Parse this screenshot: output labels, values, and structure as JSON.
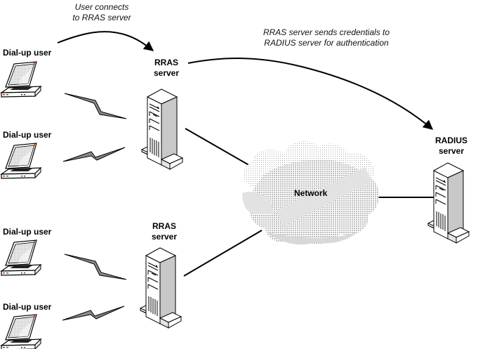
{
  "diagram": {
    "annotations": {
      "user_connects_line1": "User connects",
      "user_connects_line2": "to RRAS server",
      "rras_sends_line1": "RRAS server sends credentials to",
      "rras_sends_line2": "RADIUS server for authentication"
    },
    "nodes": {
      "users": [
        {
          "label": "Dial-up user",
          "icon": "laptop-icon"
        },
        {
          "label": "Dial-up user",
          "icon": "laptop-icon"
        },
        {
          "label": "Dial-up user",
          "icon": "laptop-icon"
        },
        {
          "label": "Dial-up user",
          "icon": "laptop-icon"
        }
      ],
      "rras_top": {
        "line1": "RRAS",
        "line2": "server",
        "icon": "server-tower-icon"
      },
      "rras_bottom": {
        "line1": "RRAS",
        "line2": "server",
        "icon": "server-tower-icon"
      },
      "radius": {
        "line1": "RADIUS",
        "line2": "server",
        "icon": "server-tower-icon"
      },
      "network": {
        "label": "Network",
        "icon": "cloud-icon"
      }
    },
    "connections": [
      {
        "from": "Dial-up user 1",
        "to": "RRAS server (top)",
        "type": "dial-up"
      },
      {
        "from": "Dial-up user 2",
        "to": "RRAS server (top)",
        "type": "dial-up"
      },
      {
        "from": "Dial-up user 3",
        "to": "RRAS server (bottom)",
        "type": "dial-up"
      },
      {
        "from": "Dial-up user 4",
        "to": "RRAS server (bottom)",
        "type": "dial-up"
      },
      {
        "from": "RRAS server (top)",
        "to": "Network",
        "type": "wired"
      },
      {
        "from": "RRAS server (bottom)",
        "to": "Network",
        "type": "wired"
      },
      {
        "from": "Network",
        "to": "RADIUS server",
        "type": "wired"
      }
    ],
    "colors": {
      "line": "#000000",
      "cloud_light": "#e6e6e6",
      "cloud_dark": "#c8c8c8",
      "server_side": "#c8c8c8",
      "laptop_led": "#e05020"
    }
  }
}
